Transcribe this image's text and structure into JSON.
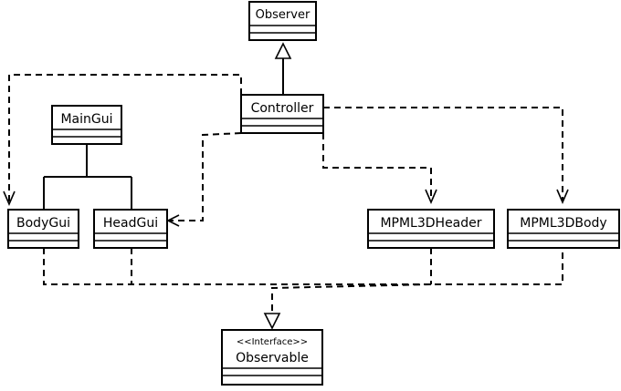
{
  "classes": {
    "observer": {
      "name": "Observer"
    },
    "controller": {
      "name": "Controller"
    },
    "main_gui": {
      "name": "MainGui"
    },
    "body_gui": {
      "name": "BodyGui"
    },
    "head_gui": {
      "name": "HeadGui"
    },
    "mpml3d_header": {
      "name": "MPML3DHeader"
    },
    "mpml3d_body": {
      "name": "MPML3DBody"
    },
    "observable": {
      "stereotype": "<<Interface>>",
      "name": "Observable"
    }
  }
}
